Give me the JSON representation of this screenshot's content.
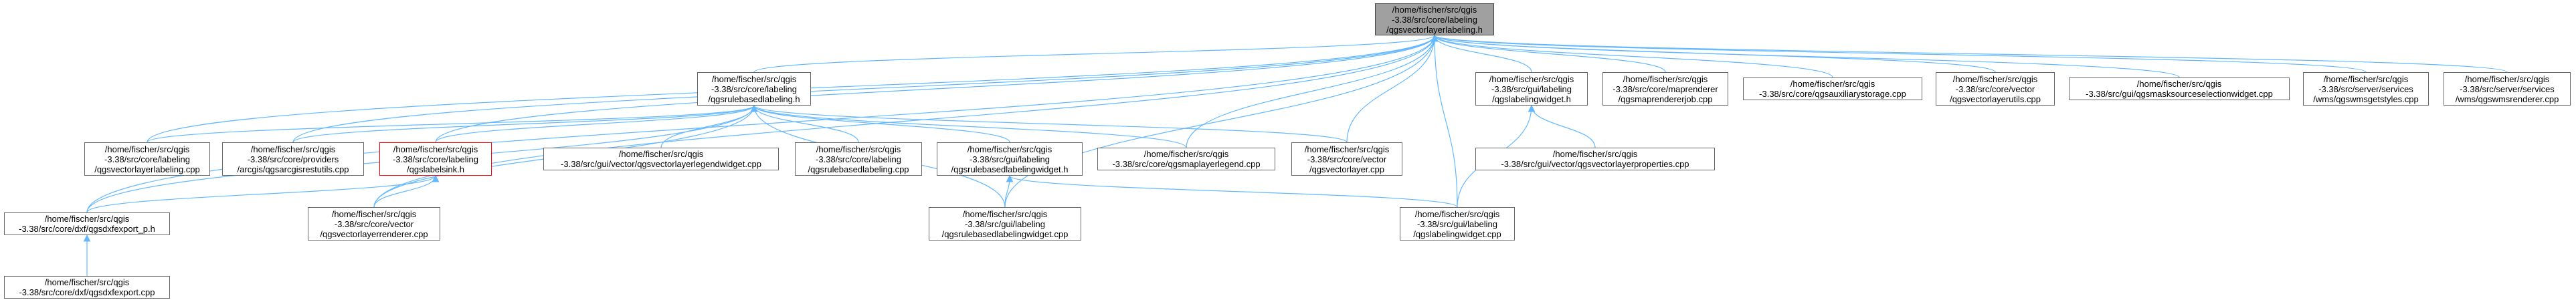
{
  "colors": {
    "edge": "#63b8ff",
    "node_border": "#666666",
    "root_fill": "#a0a0a0",
    "root_border": "#404040",
    "highlight_border": "#ff0000",
    "background": "#ffffff"
  },
  "nodes": [
    {
      "id": "root",
      "lines": [
        "/home/fischer/src/qgis",
        "-3.38/src/core/labeling",
        "/qgsvectorlayerlabeling.h"
      ],
      "style": "root"
    },
    {
      "id": "rulebased_h",
      "lines": [
        "/home/fischer/src/qgis",
        "-3.38/src/core/labeling",
        "/qgsrulebasedlabeling.h"
      ]
    },
    {
      "id": "labelingwidget_h",
      "lines": [
        "/home/fischer/src/qgis",
        "-3.38/src/gui/labeling",
        "/qgslabelingwidget.h"
      ]
    },
    {
      "id": "maprendererjob",
      "lines": [
        "/home/fischer/src/qgis",
        "-3.38/src/core/maprenderer",
        "/qgsmaprendererjob.cpp"
      ]
    },
    {
      "id": "auxiliarystorage",
      "lines": [
        "/home/fischer/src/qgis",
        "-3.38/src/core/qgsauxiliarystorage.cpp"
      ]
    },
    {
      "id": "vectorlayerutils",
      "lines": [
        "/home/fischer/src/qgis",
        "-3.38/src/core/vector",
        "/qgsvectorlayerutils.cpp"
      ]
    },
    {
      "id": "masksource",
      "lines": [
        "/home/fischer/src/qgis",
        "-3.38/src/gui/qgsmasksourceselectionwidget.cpp"
      ]
    },
    {
      "id": "wmsgetstyles",
      "lines": [
        "/home/fischer/src/qgis",
        "-3.38/src/server/services",
        "/wms/qgswmsgetstyles.cpp"
      ]
    },
    {
      "id": "wmsrenderer",
      "lines": [
        "/home/fischer/src/qgis",
        "-3.38/src/server/services",
        "/wms/qgswmsrenderer.cpp"
      ]
    },
    {
      "id": "vectorlayerlabeling_cpp",
      "lines": [
        "/home/fischer/src/qgis",
        "-3.38/src/core/labeling",
        "/qgsvectorlayerlabeling.cpp"
      ]
    },
    {
      "id": "arcgisrestutils",
      "lines": [
        "/home/fischer/src/qgis",
        "-3.38/src/core/providers",
        "/arcgis/qgsarcgisrestutils.cpp"
      ]
    },
    {
      "id": "labelsink",
      "lines": [
        "/home/fischer/src/qgis",
        "-3.38/src/core/labeling",
        "/qgslabelsink.h"
      ],
      "style": "highlight"
    },
    {
      "id": "legendwidget",
      "lines": [
        "/home/fischer/src/qgis",
        "-3.38/src/gui/vector/qgsvectorlayerlegendwidget.cpp"
      ]
    },
    {
      "id": "rulebased_cpp",
      "lines": [
        "/home/fischer/src/qgis",
        "-3.38/src/core/labeling",
        "/qgsrulebasedlabeling.cpp"
      ]
    },
    {
      "id": "rulebasedwidget_h",
      "lines": [
        "/home/fischer/src/qgis",
        "-3.38/src/gui/labeling",
        "/qgsrulebasedlabelingwidget.h"
      ]
    },
    {
      "id": "maplayerlegend",
      "lines": [
        "/home/fischer/src/qgis",
        "-3.38/src/core/qgsmaplayerlegend.cpp"
      ]
    },
    {
      "id": "vectorlayer_cpp",
      "lines": [
        "/home/fischer/src/qgis",
        "-3.38/src/core/vector",
        "/qgsvectorlayer.cpp"
      ]
    },
    {
      "id": "vectorlayerproperties",
      "lines": [
        "/home/fischer/src/qgis",
        "-3.38/src/gui/vector/qgsvectorlayerproperties.cpp"
      ]
    },
    {
      "id": "dxfexport_p",
      "lines": [
        "/home/fischer/src/qgis",
        "-3.38/src/core/dxf/qgsdxfexport_p.h"
      ]
    },
    {
      "id": "vectorlayerrenderer",
      "lines": [
        "/home/fischer/src/qgis",
        "-3.38/src/core/vector",
        "/qgsvectorlayerrenderer.cpp"
      ]
    },
    {
      "id": "rulebasedwidget_cpp",
      "lines": [
        "/home/fischer/src/qgis",
        "-3.38/src/gui/labeling",
        "/qgsrulebasedlabelingwidget.cpp"
      ]
    },
    {
      "id": "labelingwidget_cpp",
      "lines": [
        "/home/fischer/src/qgis",
        "-3.38/src/gui/labeling",
        "/qgslabelingwidget.cpp"
      ]
    },
    {
      "id": "dxfexport_cpp",
      "lines": [
        "/home/fischer/src/qgis",
        "-3.38/src/core/dxf/qgsdxfexport.cpp"
      ]
    }
  ],
  "edges": [
    [
      "root",
      "rulebased_h"
    ],
    [
      "root",
      "labelingwidget_h"
    ],
    [
      "root",
      "maprendererjob"
    ],
    [
      "root",
      "auxiliarystorage"
    ],
    [
      "root",
      "vectorlayerutils"
    ],
    [
      "root",
      "masksource"
    ],
    [
      "root",
      "wmsgetstyles"
    ],
    [
      "root",
      "wmsrenderer"
    ],
    [
      "root",
      "vectorlayerlabeling_cpp"
    ],
    [
      "root",
      "arcgisrestutils"
    ],
    [
      "root",
      "labelsink"
    ],
    [
      "root",
      "maplayerlegend"
    ],
    [
      "root",
      "vectorlayer_cpp"
    ],
    [
      "root",
      "labelingwidget_cpp"
    ],
    [
      "root",
      "dxfexport_p"
    ],
    [
      "root",
      "vectorlayerrenderer"
    ],
    [
      "root",
      "rulebasedwidget_cpp"
    ],
    [
      "rulebased_h",
      "vectorlayerlabeling_cpp"
    ],
    [
      "rulebased_h",
      "arcgisrestutils"
    ],
    [
      "rulebased_h",
      "labelsink"
    ],
    [
      "rulebased_h",
      "legendwidget"
    ],
    [
      "rulebased_h",
      "rulebased_cpp"
    ],
    [
      "rulebased_h",
      "rulebasedwidget_h"
    ],
    [
      "rulebased_h",
      "maplayerlegend"
    ],
    [
      "rulebased_h",
      "vectorlayer_cpp"
    ],
    [
      "rulebased_h",
      "rulebasedwidget_cpp"
    ],
    [
      "rulebased_h",
      "vectorlayerrenderer"
    ],
    [
      "rulebased_h",
      "dxfexport_p"
    ],
    [
      "labelingwidget_h",
      "vectorlayerproperties"
    ],
    [
      "labelingwidget_h",
      "labelingwidget_cpp"
    ],
    [
      "labelsink",
      "dxfexport_p"
    ],
    [
      "labelsink",
      "vectorlayerrenderer"
    ],
    [
      "rulebasedwidget_h",
      "rulebasedwidget_cpp"
    ],
    [
      "rulebasedwidget_h",
      "labelingwidget_cpp"
    ],
    [
      "dxfexport_p",
      "dxfexport_cpp"
    ]
  ]
}
